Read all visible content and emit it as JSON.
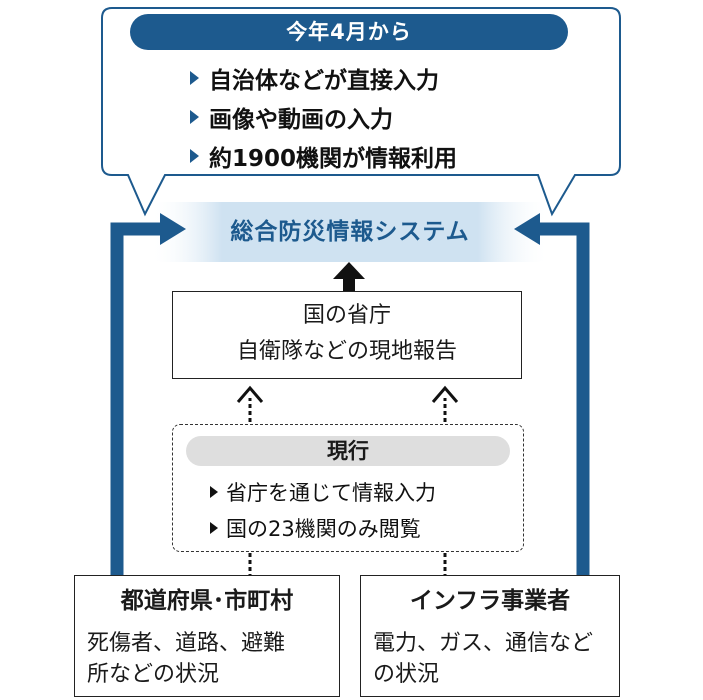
{
  "new_system": {
    "header": "今年4月から",
    "items": [
      "自治体などが直接入力",
      "画像や動画の入力",
      "約1900機関が情報利用"
    ]
  },
  "system": {
    "label": "総合防災情報システム"
  },
  "ministries": {
    "title": "国の省庁",
    "subtitle": "自衛隊などの現地報告"
  },
  "current": {
    "header": "現行",
    "items": [
      "省庁を通じて情報入力",
      "国の23機関のみ閲覧"
    ]
  },
  "sources": {
    "left": {
      "title": "都道府県･市町村",
      "desc_line1": "死傷者、道路、避難",
      "desc_line2": "所などの状況"
    },
    "right": {
      "title": "インフラ事業者",
      "desc_line1": "電力、ガス、通信など",
      "desc_line2": "の状況"
    }
  },
  "colors": {
    "accent": "#1d5a8e",
    "system_fill": "#cfe2f1",
    "current_header_fill": "#dedede"
  }
}
